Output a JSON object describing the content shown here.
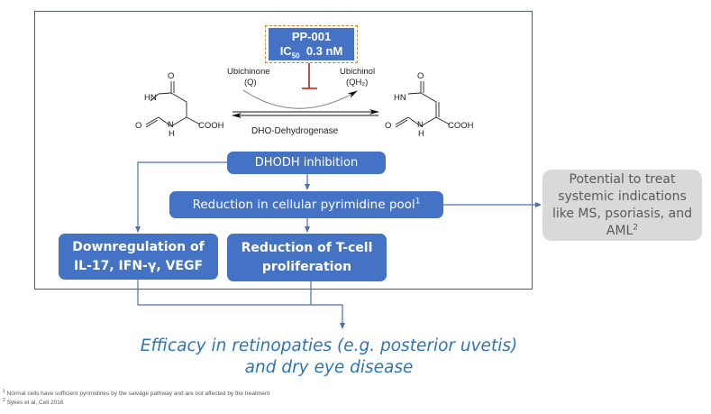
{
  "drug": {
    "name": "PP-001",
    "ic50_label": "IC",
    "ic50_sub": "50",
    "ic50_value": "0.3 nM"
  },
  "reaction": {
    "cofactor_in": "Ubichinone",
    "cofactor_in_abbr": "(Q)",
    "cofactor_out": "Ubichinol",
    "cofactor_out_abbr": "(QH₂)",
    "enzyme": "DHO-Dehydrogenase",
    "substrate_groups": {
      "top": "O",
      "hn": "HN",
      "n": "N",
      "h": "H",
      "o_left": "O",
      "cooh": "COOH"
    },
    "product_groups": {
      "top": "O",
      "hn": "HN",
      "n": "N",
      "h": "H",
      "o_left": "O",
      "cooh": "COOH"
    }
  },
  "colors": {
    "box_blue": "#4472c4",
    "line_blue": "#4a72b0",
    "inhibit_red": "#c0392b",
    "grey_box": "#d9d9d9",
    "efficacy_text": "#2e75b6"
  },
  "flow": {
    "dhodh": "DHODH inhibition",
    "pool": "Reduction in cellular pyrimidine pool",
    "pool_sup": "1",
    "downreg_line1": "Downregulation of",
    "downreg_line2": "IL-17, IFN-γ, VEGF",
    "tcell_line1": "Reduction of T-cell",
    "tcell_line2": "proliferation",
    "potential_line1": "Potential to treat",
    "potential_line2": "systemic indications",
    "potential_line3": "like MS, psoriasis, and",
    "potential_line4": "AML",
    "potential_sup": "2"
  },
  "outcome": {
    "line1": "Efficacy in retinopaties (e.g. posterior uvetis)",
    "line2": "and dry eye disease"
  },
  "footnotes": [
    {
      "mark": "1",
      "text": "Normal cells have sufficient pyrimidines by the salvage pathway and are not affected by the treatment"
    },
    {
      "mark": "2",
      "text": "Sykes et al, Cell 2016"
    }
  ]
}
